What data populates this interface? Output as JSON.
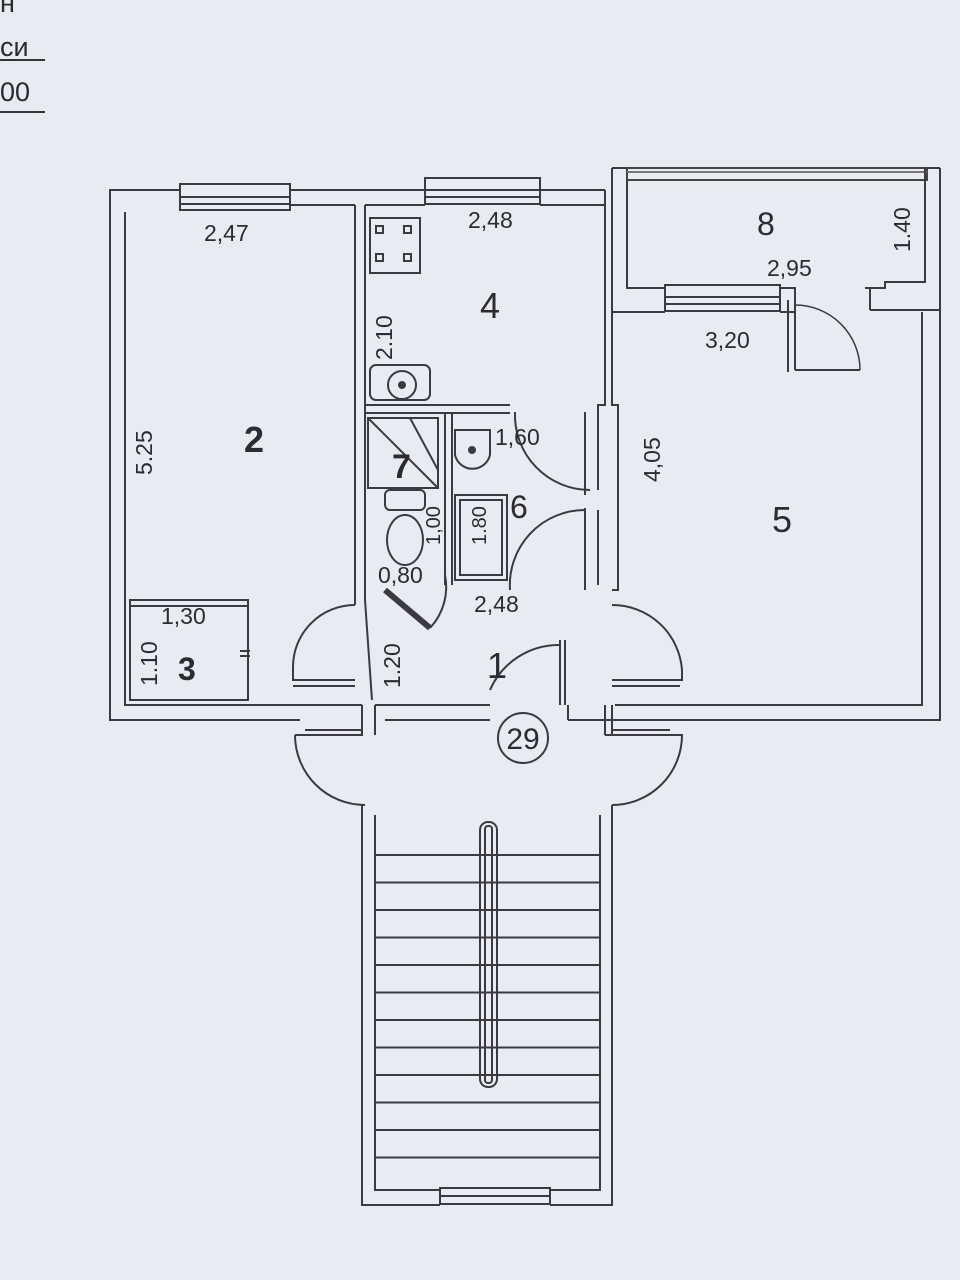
{
  "header": {
    "lines": [
      "н",
      "си",
      "00"
    ]
  },
  "rooms": [
    {
      "id": "1",
      "label": "1"
    },
    {
      "id": "2",
      "label": "2"
    },
    {
      "id": "3",
      "label": "3"
    },
    {
      "id": "4",
      "label": "4"
    },
    {
      "id": "5",
      "label": "5"
    },
    {
      "id": "6",
      "label": "6"
    },
    {
      "id": "7",
      "label": "7"
    },
    {
      "id": "8",
      "label": "8"
    }
  ],
  "dimensions": {
    "room2_width": "2,47",
    "room2_length": "5.25",
    "room3_width": "1,30",
    "room3_length": "1.10",
    "room4_width": "2,48",
    "room4_length": "2.10",
    "bath_width": "1,60",
    "bath_length": "1.80",
    "wc_length": "1,00",
    "wc_width": "0,80",
    "hall_width": "2,48",
    "hall_length": "1.20",
    "room5_width": "3,20",
    "room5_length": "4,05",
    "balcony_width": "2,95",
    "balcony_length": "1.40"
  },
  "apartment_number": "29"
}
